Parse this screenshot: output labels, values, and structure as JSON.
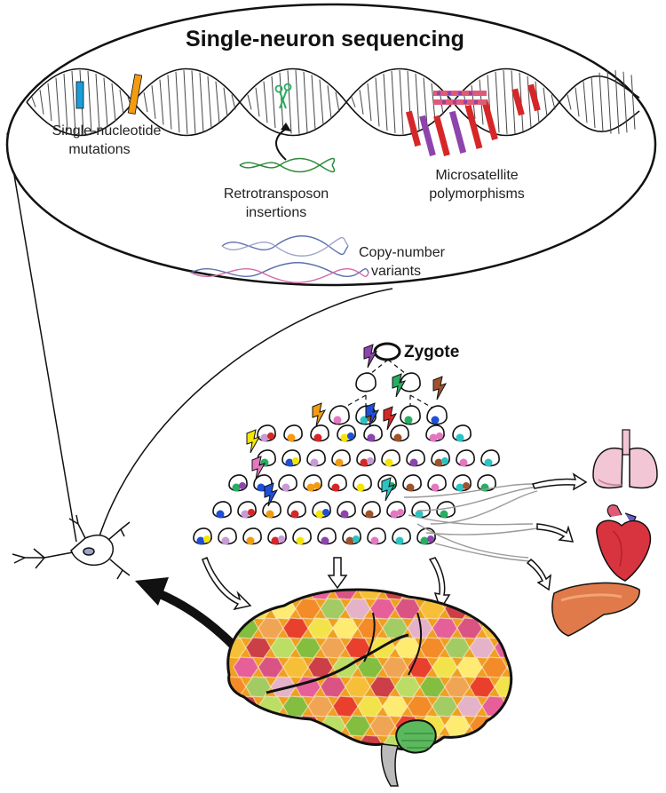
{
  "title": "Single-neuron sequencing",
  "labels": {
    "snv_line1": "Single-nucleotide",
    "snv_line2": "mutations",
    "retro_line1": "Retrotransposon",
    "retro_line2": "insertions",
    "micro_line1": "Microsatellite",
    "micro_line2": "polymorphisms",
    "cnv_line1": "Copy-number",
    "cnv_line2": "variants",
    "zygote": "Zygote"
  },
  "colors": {
    "outline": "#111111",
    "mut_purple": "#8e44ad",
    "mut_orange": "#f39c12",
    "mut_green": "#27ae60",
    "mut_brown": "#a0522d",
    "mut_red": "#d62728",
    "mut_blue": "#1f4fd6",
    "mut_pink": "#e377c2",
    "mut_yellow": "#f5e600",
    "mut_teal": "#2bc4c4",
    "lung": "#f3c6d6",
    "heart": "#d8343f",
    "liver": "#e07a4a"
  },
  "icons": [
    "scissors-icon",
    "neuron-icon",
    "lightning-bolt-icon",
    "lung-icon",
    "heart-icon",
    "liver-icon",
    "brain-icon"
  ]
}
